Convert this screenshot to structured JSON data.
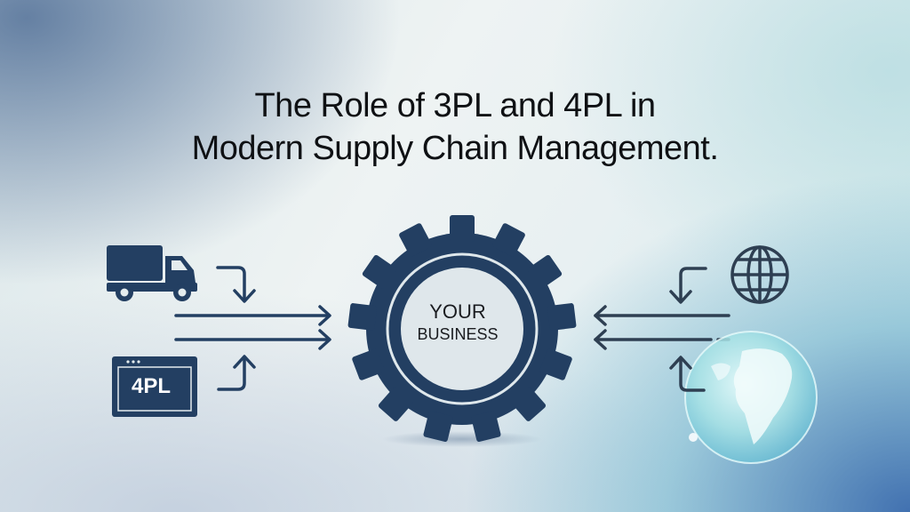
{
  "title": {
    "line1": "The Role of 3PL and 4PL in",
    "line2": "Modern Supply Chain Management."
  },
  "center": {
    "line1": "YOUR",
    "line2": "BUSINESS",
    "icon": "gear-icon"
  },
  "left": {
    "top_icon": "truck-icon",
    "bottom_icon": "browser-window-icon",
    "bottom_label": "4PL"
  },
  "right": {
    "top_icon": "globe-icon",
    "bottom_icon": "earth-globe-image"
  },
  "colors": {
    "primary_navy": "#233f62",
    "text_dark": "#0f1114",
    "accent_teal": "#7fd0d4"
  }
}
